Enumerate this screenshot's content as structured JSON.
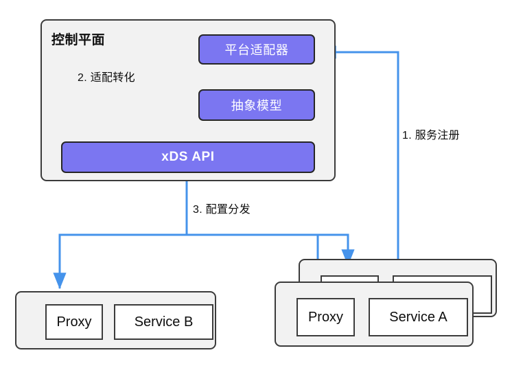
{
  "diagram": {
    "title": "Service mesh control plane and data plane architecture",
    "accent_color": "#4593eb",
    "node_fill_purple": "#7b76f1",
    "panel_fill_gray": "#f2f2f2",
    "border_color": "#3b3b3b",
    "control_plane": {
      "title": "控制平面",
      "nodes": [
        {
          "id": "platform-adapter",
          "label": "平台适配器"
        },
        {
          "id": "abstract-model",
          "label": "抽象模型"
        },
        {
          "id": "xds-api",
          "label": "xDS API"
        }
      ]
    },
    "service_b_card": {
      "proxy_label": "Proxy",
      "service_label": "Service B"
    },
    "service_a_card": {
      "proxy_label": "Proxy",
      "service_label": "Service A"
    },
    "edge_labels": [
      {
        "id": "adapt",
        "text": "2. 适配转化"
      },
      {
        "id": "register",
        "text": "1. 服务注册"
      },
      {
        "id": "distribute",
        "text": "3. 配置分发"
      }
    ]
  }
}
